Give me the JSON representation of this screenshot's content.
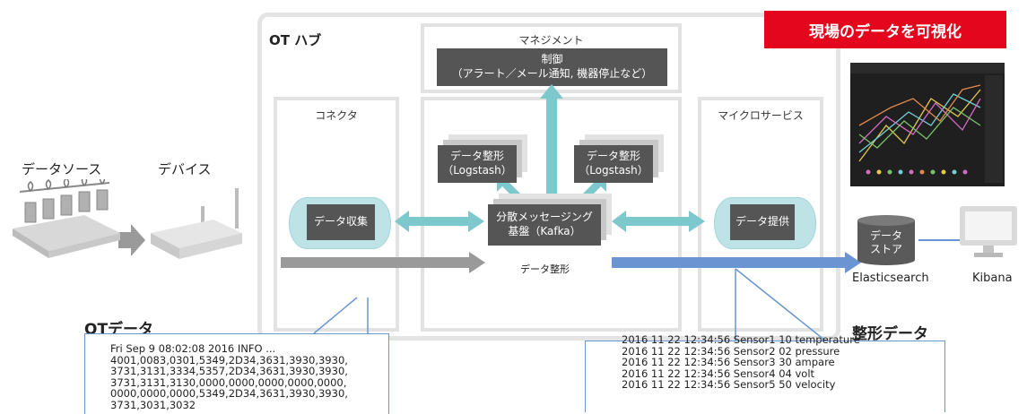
{
  "hub": {
    "title": "OT ハブ",
    "management": {
      "title": "マネジメント",
      "control_title": "制御",
      "control_sub": "（アラート／メール通知, 機器停止など）"
    },
    "connector": {
      "title": "コネクタ",
      "collect": "データ収集"
    },
    "center": {
      "shaping_left_line1": "データ整形",
      "shaping_left_line2": "（Logstash）",
      "shaping_right_line1": "データ整形",
      "shaping_right_line2": "（Logstash）",
      "messaging_line1": "分散メッセージング",
      "messaging_line2": "基盤（Kafka）",
      "shaping_caption": "データ整形"
    },
    "microservice": {
      "title": "マイクロサービス",
      "provide": "データ提供"
    }
  },
  "badge": {
    "text": "現場のデータを可視化",
    "color": "#e3061c"
  },
  "left": {
    "data_source_label": "データソース",
    "device_label": "デバイス"
  },
  "right": {
    "datastore_line1": "データ",
    "datastore_line2": "ストア",
    "elasticsearch_label": "Elasticsearch",
    "kibana_label": "Kibana"
  },
  "ot_data": {
    "title": "OTデータ",
    "lines": [
      "Fri Sep  9 08:02:08 2016 INFO ...",
      "4001,0083,0301,5349,2D34,3631,3930,3930,",
      "3731,3131,3334,5357,2D34,3631,3930,3930,",
      "3731,3131,3130,0000,0000,0000,0000,0000,",
      "0000,0000,0000,5349,2D34,3631,3930,3930,",
      "3731,3031,3032"
    ]
  },
  "shaped_data": {
    "title": "整形データ",
    "lines": [
      "2016 11 22 12:34:56 Sensor1 10 temperature",
      "2016 11 22 12:34:56 Sensor2 02 pressure",
      "2016 11 22 12:34:56 Sensor3 30 ampare",
      "2016 11 22 12:34:56 Sensor4 04 volt",
      "2016 11 22 12:34:56 Sensor5 50 velocity"
    ]
  },
  "colors": {
    "teal_arrow": "#7cc8cc",
    "blue_arrow": "#6a95d2",
    "gray_arrow": "#9a9a9a",
    "panel_border": "#e2e2e2",
    "box_dark": "#555555"
  }
}
